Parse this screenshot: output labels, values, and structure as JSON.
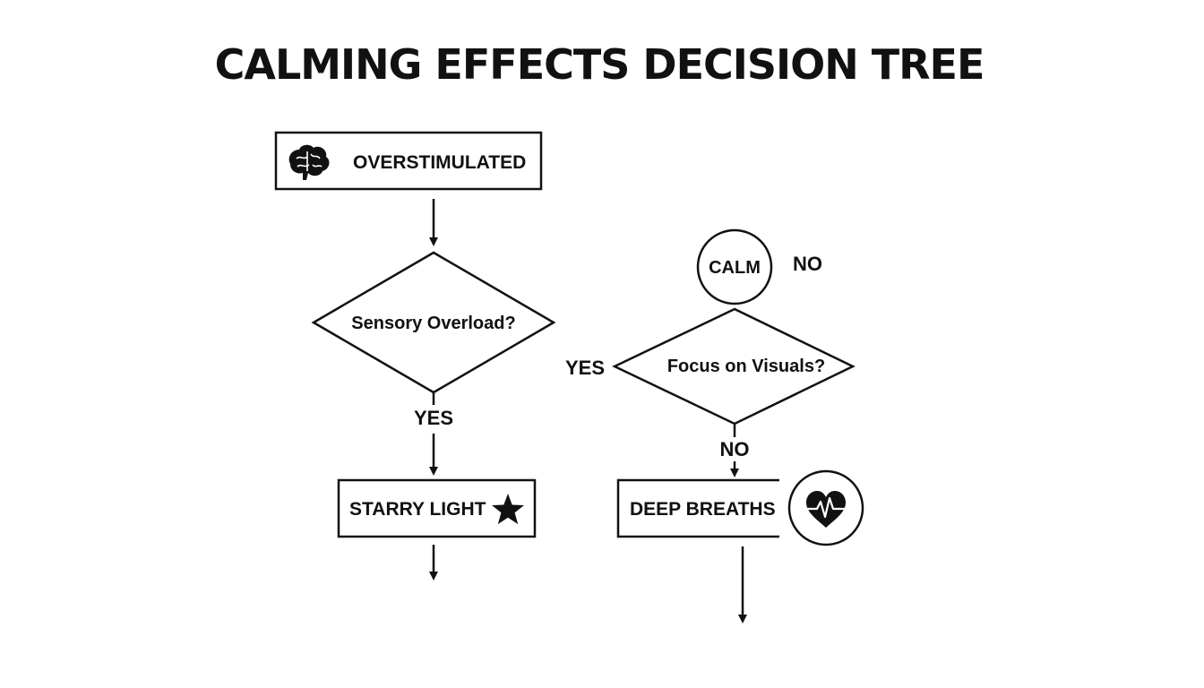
{
  "title": "CALMING EFFECTS DECISION TREE",
  "nodes": {
    "overstimulated": {
      "label": "OVERSTIMULATED",
      "icon": "brain-icon"
    },
    "sensory_overload": {
      "label": "Sensory Overload?"
    },
    "starry_light": {
      "label": "STARRY LIGHT",
      "icon": "star-icon"
    },
    "calm": {
      "label": "CALM"
    },
    "focus_on_visuals": {
      "label": "Focus on Visuals?"
    },
    "deep_breaths": {
      "label": "DEEP BREATHS",
      "icon": "heart-pulse-icon"
    }
  },
  "edges": {
    "sensory_yes": "YES",
    "calm_no": "NO",
    "focus_yes": "YES",
    "focus_no": "NO"
  }
}
